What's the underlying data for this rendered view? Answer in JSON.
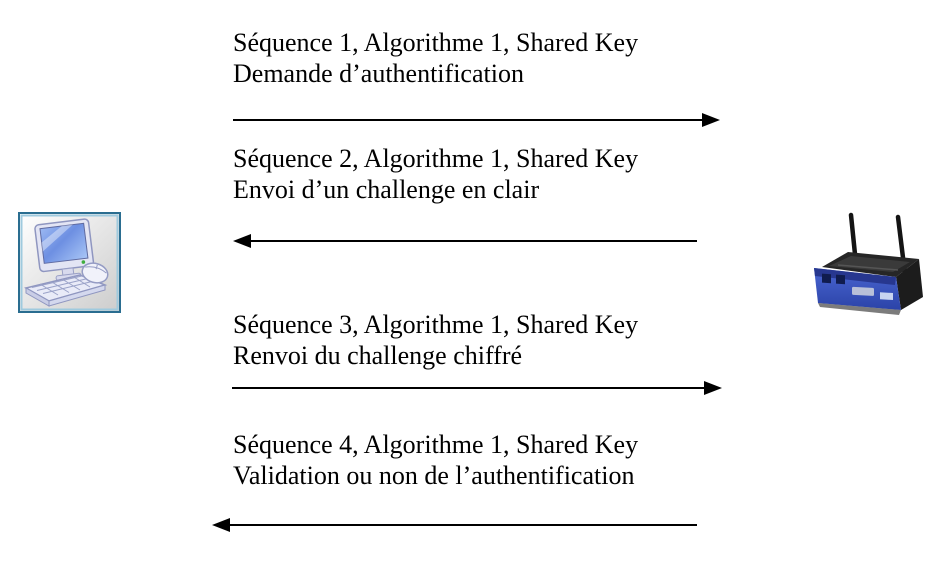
{
  "nodes": {
    "client": {
      "icon": "desktop-computer-icon",
      "role": "station"
    },
    "access_point": {
      "icon": "wireless-router-icon",
      "role": "access-point"
    }
  },
  "messages": [
    {
      "line1": "Séquence 1, Algorithme 1, Shared Key",
      "line2": "Demande d’authentification",
      "direction": "right"
    },
    {
      "line1": "Séquence 2, Algorithme 1, Shared Key",
      "line2": "Envoi d’un challenge en clair",
      "direction": "left"
    },
    {
      "line1": "Séquence 3, Algorithme 1, Shared Key",
      "line2": "Renvoi du challenge chiffré",
      "direction": "right"
    },
    {
      "line1": "Séquence 4, Algorithme 1, Shared Key",
      "line2": "Validation ou non de l’authentification",
      "direction": "left"
    }
  ],
  "colors": {
    "text": "#000000",
    "arrow": "#000000",
    "background": "#ffffff",
    "computer_frame_border": "#2a6d90",
    "computer_screen_blue": "#6d8fe2",
    "computer_hardware": "#e9ebf8",
    "router_black": "#222222",
    "router_blue": "#3b56be"
  }
}
